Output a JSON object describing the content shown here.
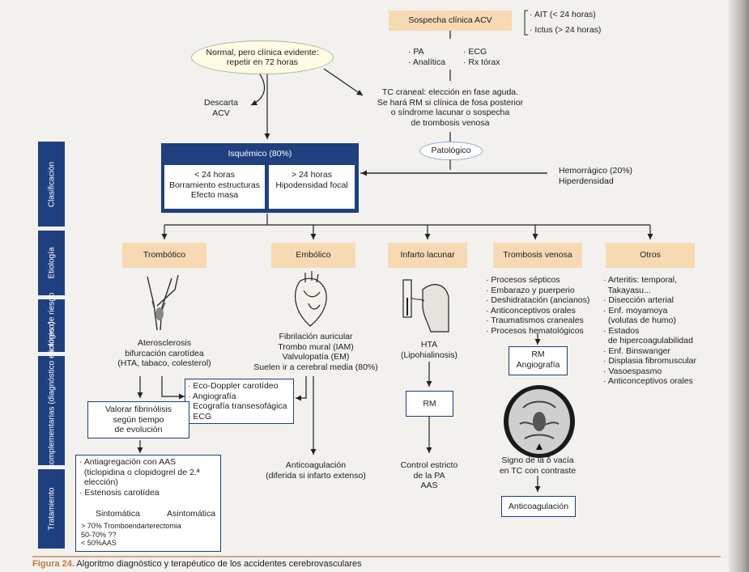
{
  "top": {
    "sospecha": "Sospecha clínica ACV",
    "ait": "· AIT (< 24 horas)",
    "ictus": "· Ictus (> 24 horas)",
    "normal": "Normal, pero clínica evidente:\nrepetir en 72 horas",
    "tests_left": "· PA\n· Analítica",
    "tests_right": "· ECG\n· Rx tórax",
    "tc": "TC craneal: elección en fase aguda.\nSe hará RM si clínica de fosa posterior\no síndrome lacunar o sospecha\nde trombosis venosa",
    "patologico": "Patológico",
    "descarta": "Descarta\nACV"
  },
  "sidebar": [
    "Clasificación",
    "Etiología",
    "Factores\nde riesgo",
    "Pruebas complementarias\n(diagnóstico etiológico)",
    "Tratamiento"
  ],
  "isquemico": {
    "title": "Isquémico (80%)",
    "left": "< 24 horas\nBorramiento estructuras\nEfecto masa",
    "right": "> 24 horas\nHipodensidad focal"
  },
  "hemorragico": "Hemorrágico (20%)\nHiperdensidad",
  "categories": [
    "Trombótico",
    "Embólico",
    "Infarto lacunar",
    "Trombosis venosa",
    "Otros"
  ],
  "trombotico": {
    "factores": "Aterosclerosis\nbifurcación carotídea\n(HTA, tabaco, colesterol)",
    "pruebas": "· Eco-Doppler carotídeo\n· Angiografía\n· Ecografía transesofágica\n· ECG",
    "valorar": "Valorar fibrinólisis\nsegún tiempo\nde evolución",
    "trat": "· Antiagregación con AAS\n  (ticlopidina o clopidogrel de 2.ª\n  elección)\n· Estenosis carotídea",
    "sintomatica": "Sintomática",
    "asintomatica": "Asintomática",
    "percent": "> 70% Tromboendarterectomia\n50-70% ??\n< 50%AAS"
  },
  "embolico": {
    "factores": "Fibrilación auricular\nTrombo mural (IAM)\nValvulopatía (EM)\nSuelen ir a cerebral media (80%)",
    "trat": "Anticoagulación\n(diferida si infarto extenso)"
  },
  "lacunar": {
    "factores": "HTA\n(Lipohialinosis)",
    "rm": "RM",
    "trat": "Control estricto\nde la PA\nAAS"
  },
  "venosa": {
    "factores": "· Procesos sépticos\n· Embarazo y puerperio\n· Deshidratación (ancianos)\n· Anticonceptivos orales\n· Traumatismos craneales\n· Procesos hematológicos",
    "rm1": "RM",
    "rm2": "Angiografía",
    "signo": "Signo de la δ vacía\nen TC con contraste",
    "trat": "Anticoagulación"
  },
  "otros": {
    "factores": "· Arteritis: temporal,\n  Takayasu...\n· Disección arterial\n· Enf. moyamoya\n  (volutas de humo)\n· Estados\n  de hipercoagulabilidad\n· Enf. Binswanger\n· Displasia fibromuscular\n· Vasoespasmo\n· Anticonceptivos orales"
  },
  "caption": {
    "label": "Figura 24.",
    "text": " Algoritmo diagnóstico y terapéutico de los accidentes cerebrovasculares"
  },
  "colors": {
    "navy": "#1f3f7f",
    "peach": "#f7d9b3",
    "caption": "#c0783c"
  }
}
